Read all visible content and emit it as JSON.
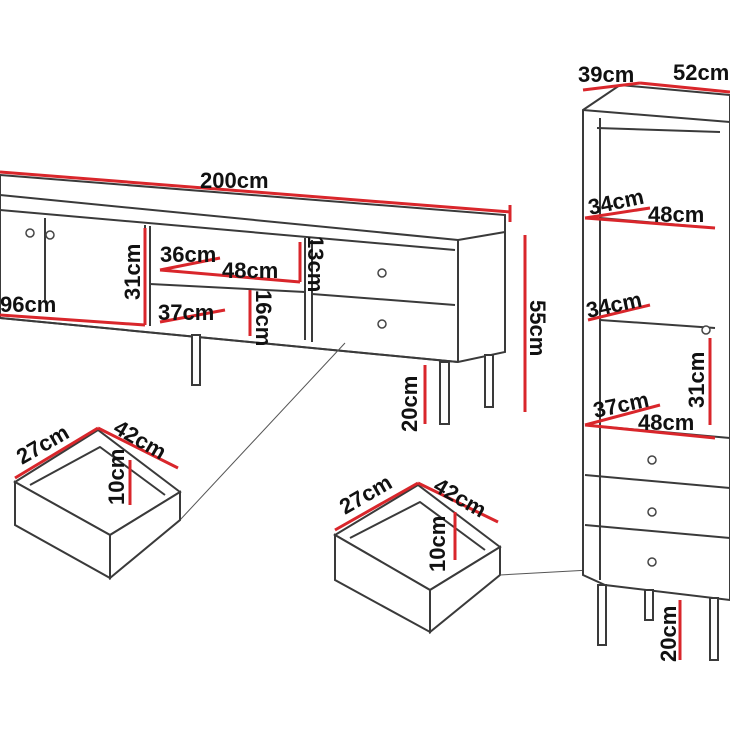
{
  "colors": {
    "dimension_line": "#d9262b",
    "outline": "#3a3a3a"
  },
  "tv_cabinet": {
    "width": "200cm",
    "height": "55cm",
    "leg_height": "20cm",
    "left_compartment_width": "96cm",
    "left_compartment_height": "31cm",
    "shelf_depth": "36cm",
    "shelf_width": "48cm",
    "shelf_height_upper": "13cm",
    "lower_depth": "37cm",
    "shelf_height_lower": "16cm"
  },
  "drawer_left": {
    "depth": "27cm",
    "width": "42cm",
    "height": "10cm"
  },
  "drawer_right": {
    "depth": "27cm",
    "width": "42cm",
    "height": "10cm"
  },
  "tall_cabinet": {
    "depth": "39cm",
    "width": "52cm",
    "shelf1_depth": "34cm",
    "shelf1_width": "48cm",
    "shelf2_depth": "34cm",
    "lower_depth": "37cm",
    "lower_width": "48cm",
    "lower_height": "31cm",
    "leg_height": "20cm"
  }
}
